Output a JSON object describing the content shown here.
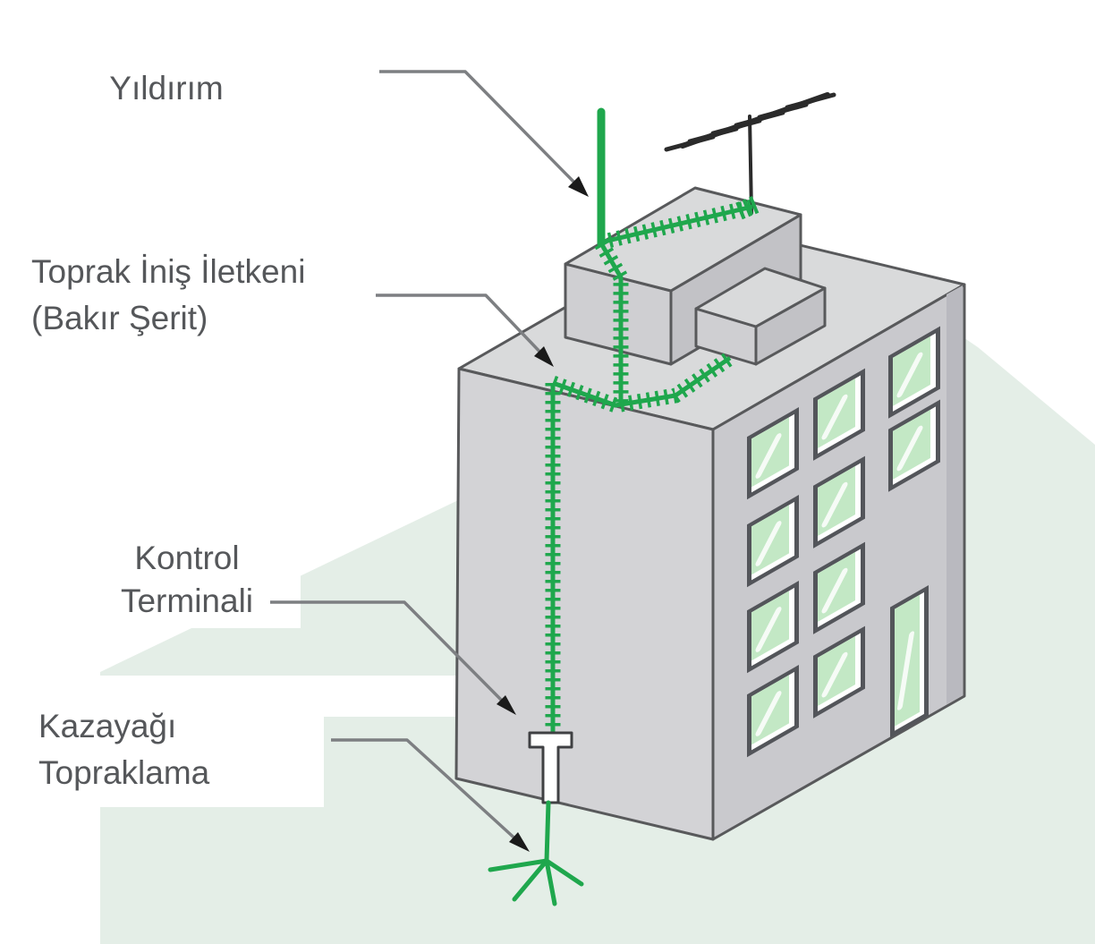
{
  "labels": {
    "lightning": "Yıldırım",
    "down_conductor_line1": "Toprak İniş İletkeni",
    "down_conductor_line2": "(Bakır Şerit)",
    "control_terminal_line1": "Kontrol",
    "control_terminal_line2": "Terminali",
    "crowfoot_line1": "Kazayağı",
    "crowfoot_line2": "Topraklama"
  },
  "parts": [
    "air-termination-rod",
    "tv-antenna",
    "roof-conductor-copper-strip",
    "wall-down-conductor",
    "control-terminal",
    "crowfoot-earth-electrode",
    "building",
    "roof-penthouse",
    "ground-plane"
  ],
  "colors": {
    "conductor_green": "#1fa74d",
    "ground_green": "#e4eee7",
    "building_left_face": "#d3d3d6",
    "building_right_face": "#c9c9cd",
    "roof_gray": "#d9dadb",
    "window_glass_green": "#c3e8c5",
    "window_frame": "#53555a",
    "outline_gray": "#58595b",
    "label_text": "#55575a",
    "leader_line_gray": "#7d7f82",
    "arrowhead_black": "#1a1a1a",
    "antenna_black": "#2b2b2b"
  }
}
